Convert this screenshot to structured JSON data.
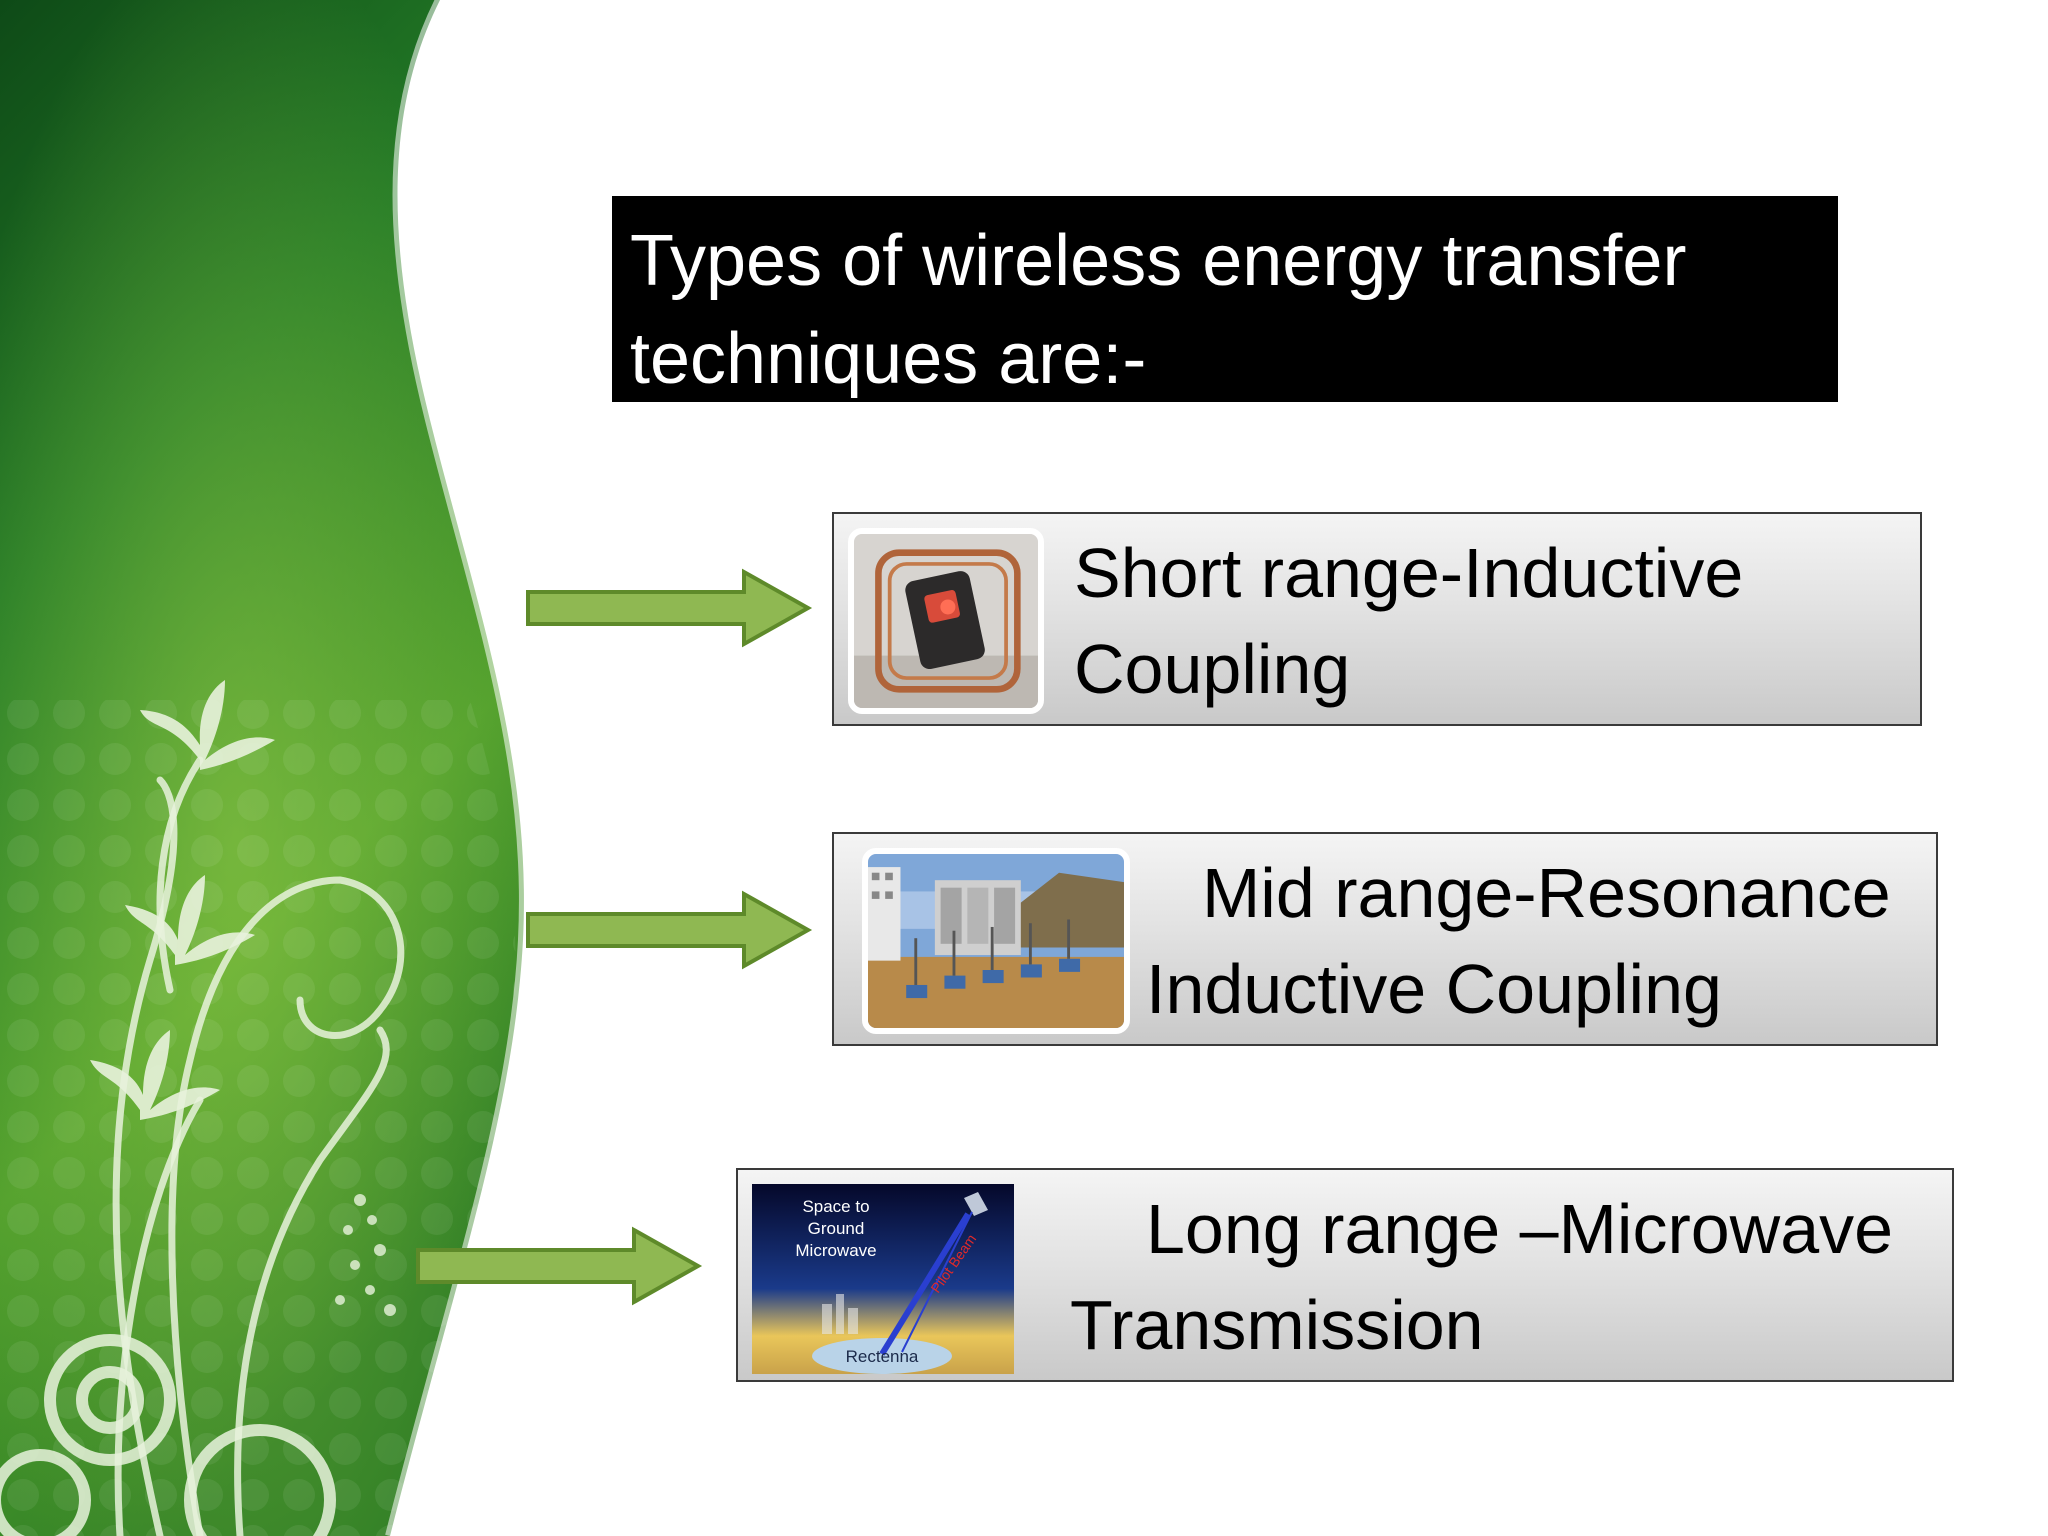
{
  "title": {
    "line1": "Types of wireless energy transfer",
    "line2": "techniques are:-"
  },
  "items": [
    {
      "line1": "Short range-Inductive",
      "line2": " Coupling",
      "image_icon": "inductive-coil-image"
    },
    {
      "line1": "Mid range-Resonance",
      "line2": "Inductive Coupling",
      "image_icon": "resonance-field-image"
    },
    {
      "line1": "Long range –Microwave",
      "line2": "Transmission",
      "image_icon": "microwave-diagram-image"
    }
  ],
  "microwave_diagram": {
    "label_top_1": "Space to",
    "label_top_2": "Ground",
    "label_top_3": "Microwave",
    "label_beam": "Pilot Beam",
    "label_bottom": "Rectenna"
  },
  "colors": {
    "background_green_dark": "#0f4f19",
    "background_green_mid": "#2f8a2a",
    "background_green_light": "#7cbd3a",
    "title_box": "#000000",
    "title_text": "#ffffff",
    "arrow_fill": "#8fb852",
    "arrow_stroke": "#5e8a2a"
  }
}
